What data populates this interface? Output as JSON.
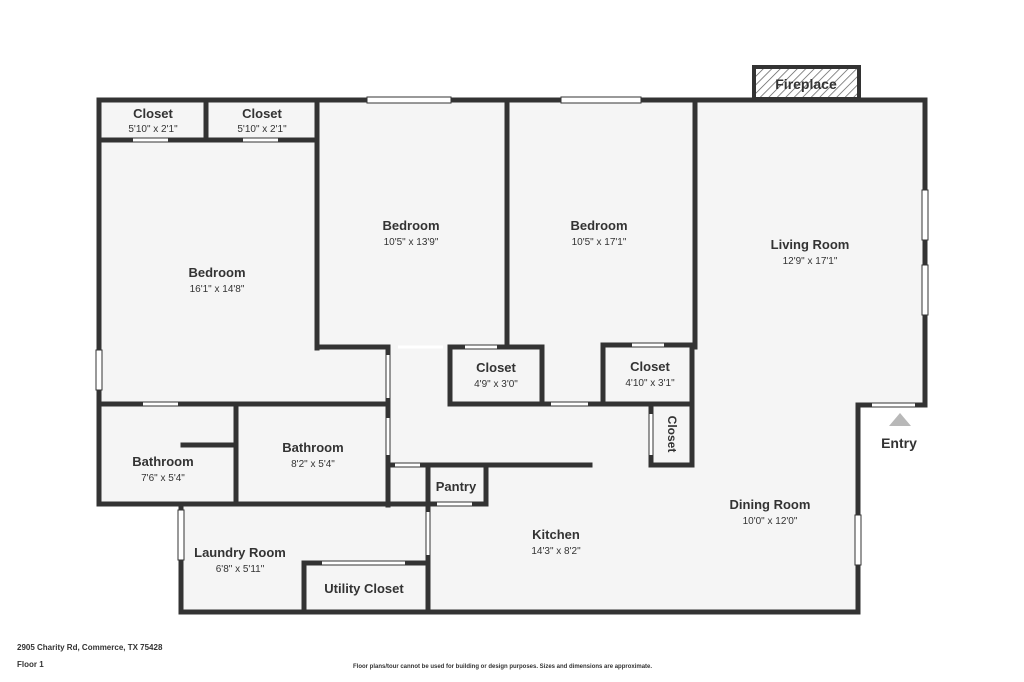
{
  "rooms": [
    {
      "id": "closet-1",
      "name": "Closet",
      "dims": "5'10\" x 2'1\""
    },
    {
      "id": "closet-2",
      "name": "Closet",
      "dims": "5'10\" x 2'1\""
    },
    {
      "id": "bedroom-main",
      "name": "Bedroom",
      "dims": "16'1\" x 14'8\""
    },
    {
      "id": "bedroom-2",
      "name": "Bedroom",
      "dims": "10'5\" x 13'9\""
    },
    {
      "id": "bedroom-3",
      "name": "Bedroom",
      "dims": "10'5\" x 17'1\""
    },
    {
      "id": "living-room",
      "name": "Living Room",
      "dims": "12'9\" x 17'1\""
    },
    {
      "id": "closet-3",
      "name": "Closet",
      "dims": "4'9\" x 3'0\""
    },
    {
      "id": "closet-4",
      "name": "Closet",
      "dims": "4'10\" x 3'1\""
    },
    {
      "id": "closet-5",
      "name": "Closet"
    },
    {
      "id": "bathroom-1",
      "name": "Bathroom",
      "dims": "7'6\" x 5'4\""
    },
    {
      "id": "bathroom-2",
      "name": "Bathroom",
      "dims": "8'2\" x 5'4\""
    },
    {
      "id": "pantry",
      "name": "Pantry"
    },
    {
      "id": "kitchen",
      "name": "Kitchen",
      "dims": "14'3\" x 8'2\""
    },
    {
      "id": "dining-room",
      "name": "Dining Room",
      "dims": "10'0\" x 12'0\""
    },
    {
      "id": "laundry-room",
      "name": "Laundry Room",
      "dims": "6'8\" x 5'11\""
    },
    {
      "id": "utility-closet",
      "name": "Utility Closet"
    }
  ],
  "fireplace": "Fireplace",
  "entry": "Entry",
  "footer": {
    "address": "2905 Charity Rd, Commerce, TX 75428",
    "floor": "Floor 1",
    "disclaimer": "Floor plans/tour cannot be used for building or design purposes. Sizes and dimensions are approximate."
  },
  "colors": {
    "wall": "#333333",
    "floor": "#f5f5f5",
    "opening": "#ffffff"
  }
}
